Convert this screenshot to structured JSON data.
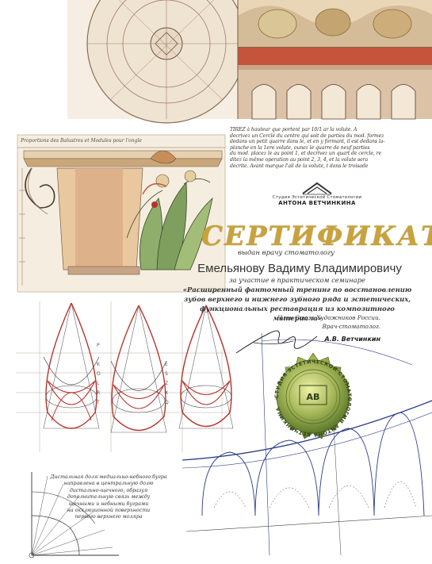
{
  "certificate": {
    "title": "СЕРТИФИКАТ",
    "issued_to": "выдан врачу стоматологу",
    "recipient_name": "Емельянову Вадиму Владимировичу",
    "participation": "за участие в практическом семинаре",
    "seminar_lines": [
      "«Расширенный фантомный тренинг по восстановлению",
      "зубов верхнего и нижнего зубного ряда и эстетических,",
      "функциональных реставрация из композитного материала»"
    ]
  },
  "studio": {
    "line1": "Студия Эстетической Стоматологии",
    "line2": "АНТОНА ВЕТЧИНКИНА"
  },
  "signature": {
    "line1": "Член Союза Художников России.",
    "line2": "Врач-стоматолог.",
    "name": "А.В. Ветчинкин"
  },
  "seal": {
    "ring_text": "СТУДИЯ ЭСТЕТИЧЕСКОЙ СТОМАТОЛОГИИ АНТОНА ВЕТЧИНКИНА",
    "center_text": "АВ"
  },
  "french_text": [
    "TIREZ à hauteur que portent par 10/1 ar la volute. A",
    "decrivez un Cercle du centre qui soit de parties du mod. formez",
    "dedans un petit quarre dans le, et en y formant, il est dedans la-",
    "planche en la 1ere volute, ounez le quarre de neuf parties",
    "du mod. placez le au point 1, et decrivez un quart de cercle, re",
    "ditez la même operation au point 2, 3, 4, et la volute sera",
    "decrite. Avant marque l'ail de la volute, t dans le troisade"
  ],
  "top_caption": "Proportions  des  Balustres  et  Modules  pour  l'ongle",
  "drawing_description": [
    "Дистальная доля медиально-небного бугра",
    "направлена в центральную долю",
    "дистально-щечного, образуя",
    "дополнительную связь между",
    "щечными и небными буграми",
    "на окклюзионной поверхности",
    "первого верхнего моляра"
  ],
  "grid_labels": [
    "P",
    "K",
    "O",
    "L",
    "R",
    "T",
    "E",
    "S",
    "Z",
    "X",
    "Q"
  ],
  "colors": {
    "gold": "#c8a23c",
    "seal_green": "#6f8a3c",
    "ink": "#333333",
    "sepia": "#a0856a",
    "red_line": "#b8312a",
    "blue_line": "#2a3a8a"
  }
}
